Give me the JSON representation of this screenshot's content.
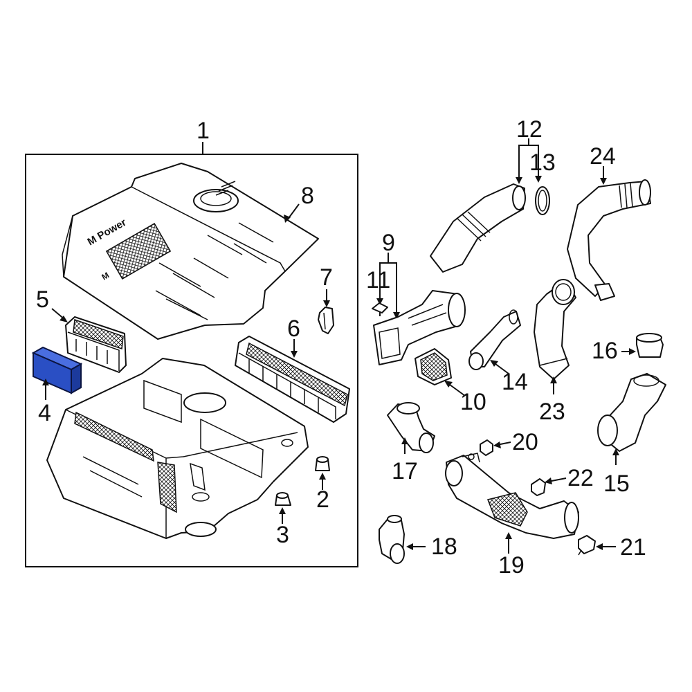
{
  "diagram": {
    "highlight_color": "#2a4fc4",
    "callouts": {
      "c1": "1",
      "c2": "2",
      "c3": "3",
      "c4": "4",
      "c5": "5",
      "c6": "6",
      "c7": "7",
      "c8": "8",
      "c9": "9",
      "c10": "10",
      "c11": "11",
      "c12": "12",
      "c13": "13",
      "c14": "14",
      "c15": "15",
      "c16": "16",
      "c17": "17",
      "c18": "18",
      "c19": "19",
      "c20": "20",
      "c21": "21",
      "c22": "22",
      "c23": "23",
      "c24": "24"
    },
    "logo_text": "M Power",
    "badge_text": "M"
  }
}
